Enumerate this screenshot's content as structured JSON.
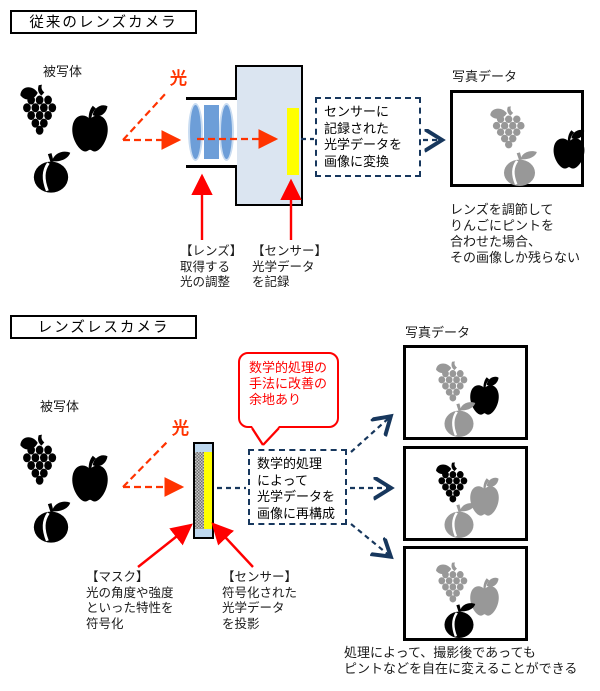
{
  "top": {
    "title": "従来のレンズカメラ",
    "subject_label": "被写体",
    "light_label": "光",
    "lens_note": "【レンズ】\n取得する\n光の調整",
    "sensor_note": "【センサー】\n光学データ\nを記録",
    "process_box": "センサーに\n記録された\n光学データを\n画像に変換",
    "photo_label": "写真データ",
    "caption": "レンズを調節して\nりんごにピントを\n合わせた場合、\nその画像しか残らない"
  },
  "bottom": {
    "title": "レンズレスカメラ",
    "subject_label": "被写体",
    "light_label": "光",
    "bubble_note": "数学的処理の\n手法に改善の\n余地あり",
    "process_box": "数学的処理\nによって\n光学データを\n画像に再構成",
    "mask_note": "【マスク】\n光の角度や強度\nといった特性を\n符号化",
    "sensor_note": "【センサー】\n符号化された\n光学データ\nを投影",
    "photo_label": "写真データ",
    "caption": "処理によって、撮影後であっても\nピントなどを自在に変えることができる"
  },
  "colors": {
    "ray_red": "#ff3300",
    "arrow_red": "#ff0000",
    "navy_dash": "#17375d",
    "camera_body": "#dbe5f1",
    "sensor_yellow": "#ffff00",
    "cap_blue": "#bdd7ee",
    "lens_blue": "#6d9ed8"
  },
  "fruit_colors": {
    "subject": {
      "grapes": "#000000",
      "apple": "#000000",
      "peach": "#000000"
    },
    "photo1": {
      "grapes": "#989898",
      "apple": "#000000",
      "peach": "#989898"
    },
    "photoA": {
      "grapes": "#989898",
      "apple": "#000000",
      "peach": "#989898"
    },
    "photoB": {
      "grapes": "#000000",
      "apple": "#989898",
      "peach": "#989898"
    },
    "photoC": {
      "grapes": "#989898",
      "apple": "#989898",
      "peach": "#000000"
    }
  }
}
